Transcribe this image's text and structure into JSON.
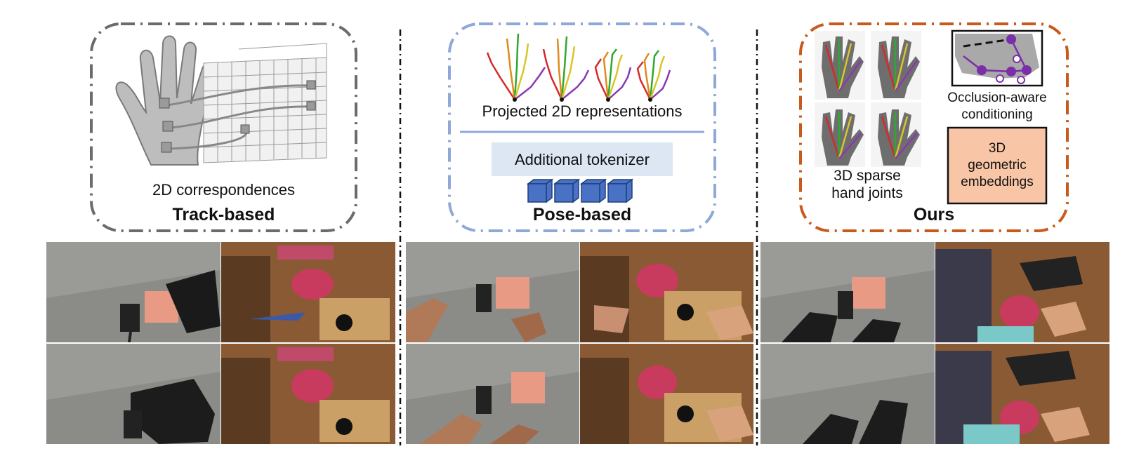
{
  "track": {
    "caption": "2D correspondences",
    "method": "Track-based"
  },
  "pose": {
    "caption": "Projected 2D representations",
    "tokenizer": "Additional tokenizer",
    "method": "Pose-based"
  },
  "ours": {
    "joints_caption_line1": "3D sparse",
    "joints_caption_line2": "hand joints",
    "occlusion_line1": "Occlusion-aware",
    "occlusion_line2": "conditioning",
    "geo_line1": "3D",
    "geo_line2": "geometric",
    "geo_line3": "embeddings",
    "method": "Ours"
  },
  "colors": {
    "track_border": "#6b6b6b",
    "pose_border": "#8fa8d8",
    "ours_border": "#c85a1c",
    "tokenizer_bg": "#dde6f3",
    "cube_fill": "#4a72c4",
    "geo_fill": "#f8c6a6",
    "joint_purple": "#7a2fa8"
  }
}
